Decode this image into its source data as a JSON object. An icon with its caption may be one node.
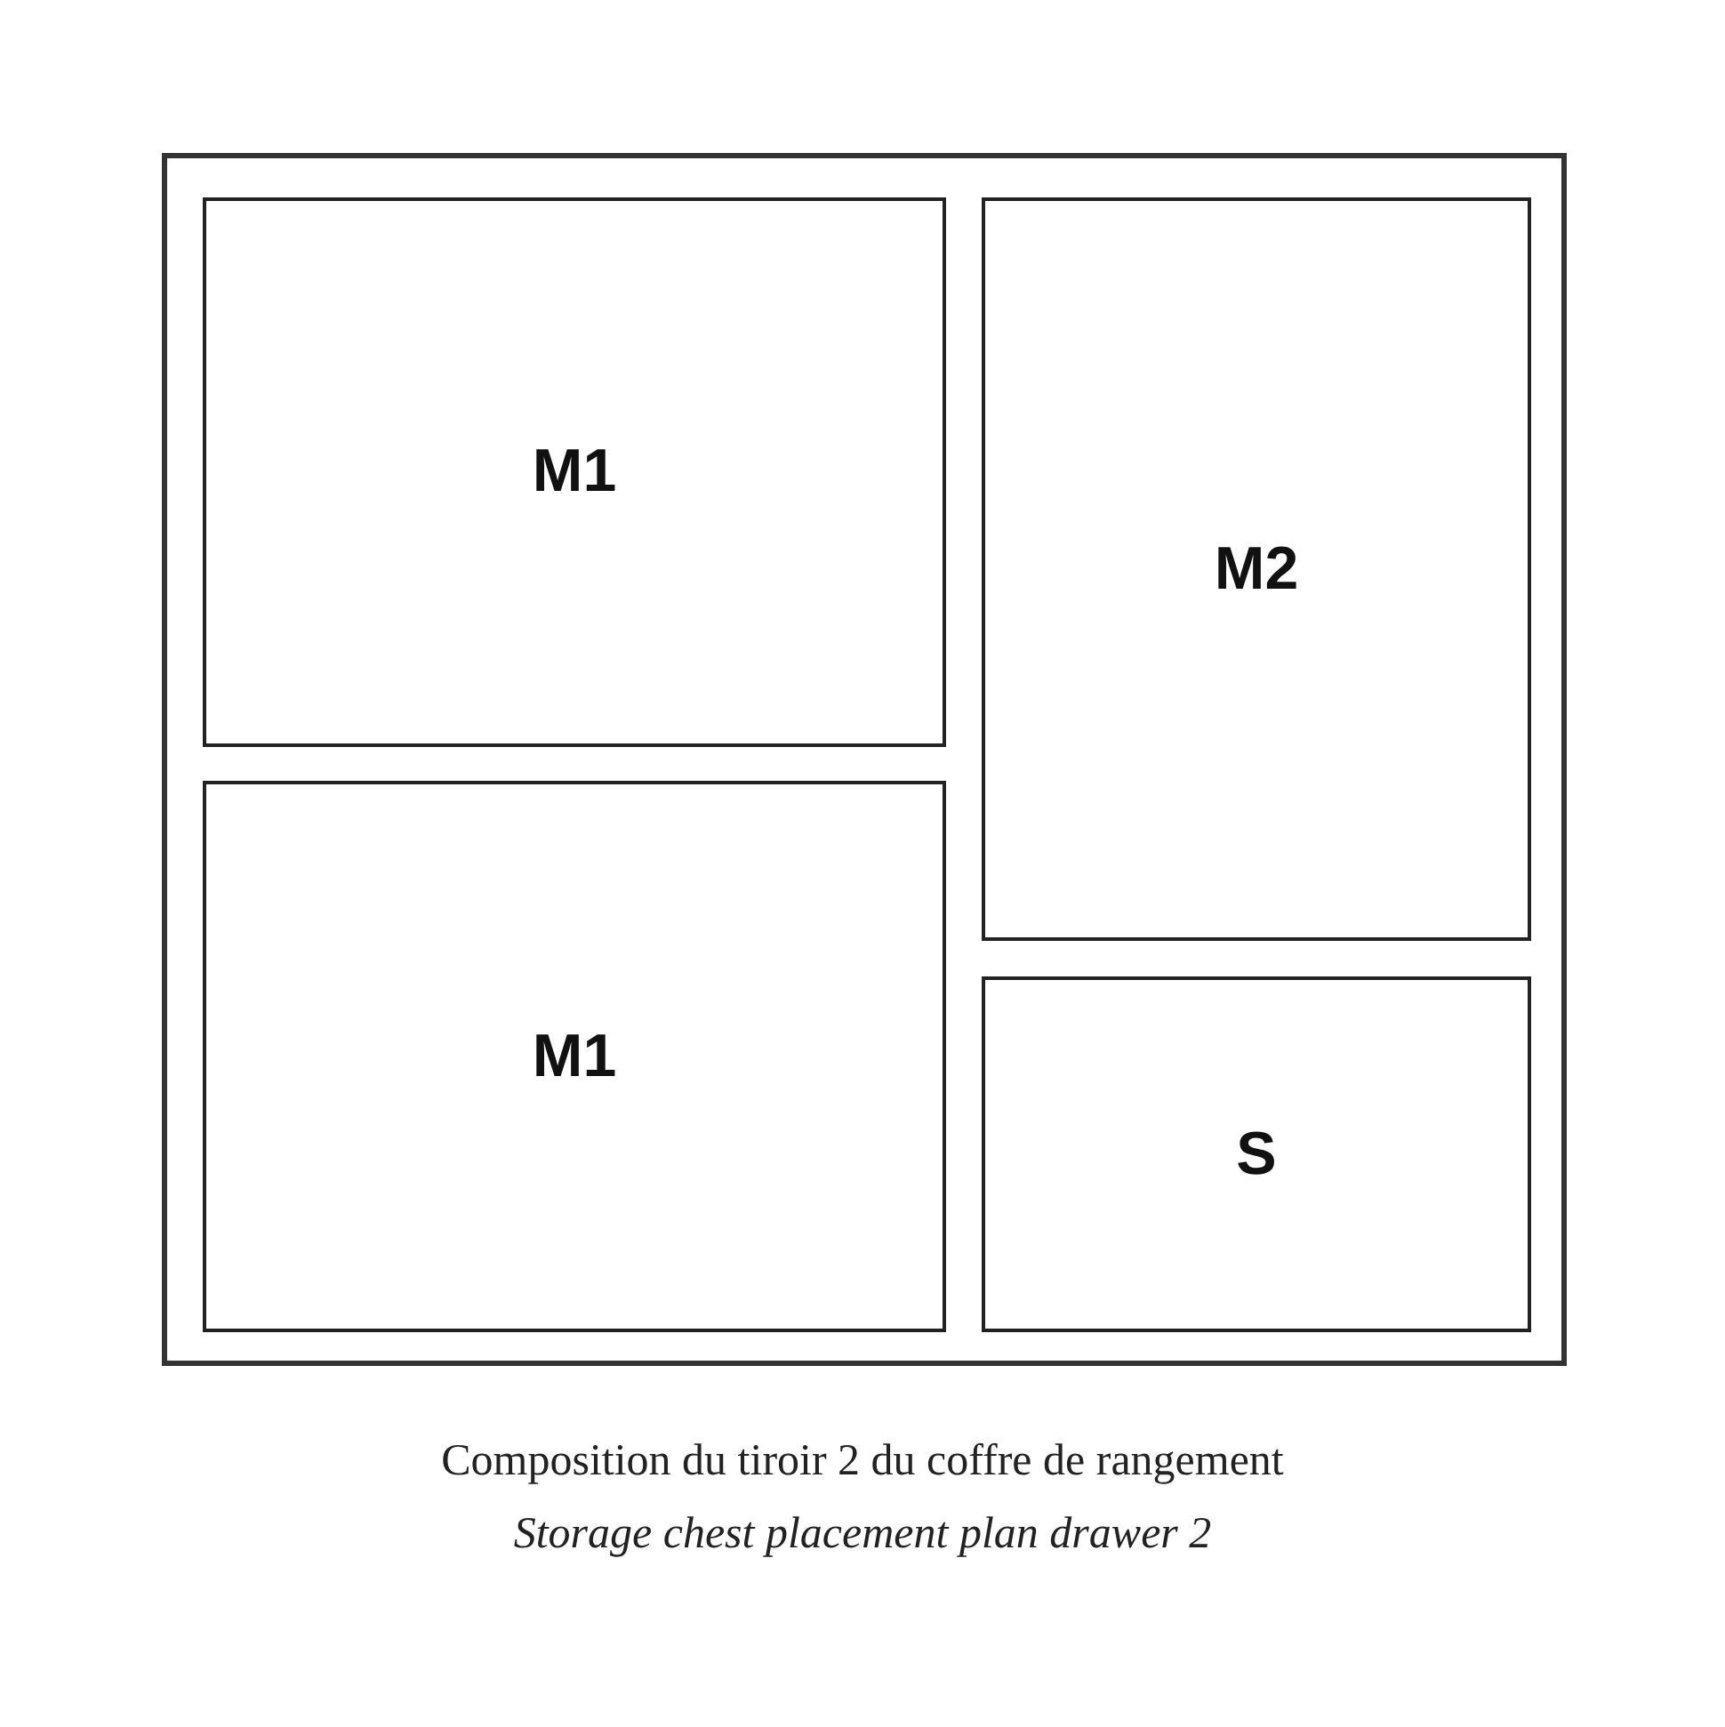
{
  "diagram": {
    "caption": "Composition du tiroir 2 du coffre de rangement",
    "nodes": [
      {
        "text": [],
        "shape": "box"
      },
      {
        "text": [
          "M1"
        ],
        "in": 0
      },
      {
        "text": [
          "M2"
        ],
        "in": 0
      },
      {
        "text": [
          "M1"
        ],
        "in": 0
      },
      {
        "text": [
          "S"
        ],
        "in": 0
      }
    ],
    "labels": [
      "Storage chest placement plan drawer 2"
    ]
  }
}
